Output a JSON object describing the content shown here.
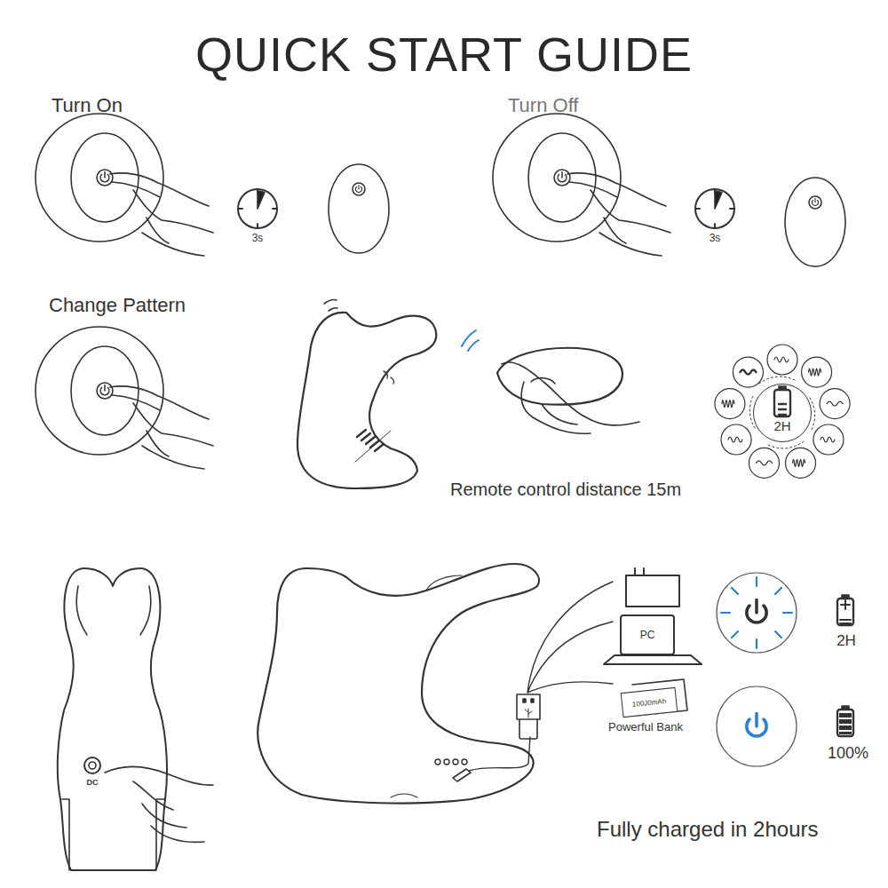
{
  "diagram": {
    "title": "QUICK START GUIDE",
    "nodes": [
      {
        "text": [
          "2H"
        ]
      },
      {
        "text": [
          "PC"
        ]
      },
      {
        "text": [
          "100J0mAh"
        ]
      }
    ],
    "labels": [
      "Turn On",
      "3s",
      "Turn Off",
      "3s",
      "Change Pattern",
      "Remote control distance 15m",
      "DC",
      "Powerful Bank",
      "2H",
      "100%",
      "Fully charged in 2hours"
    ]
  }
}
